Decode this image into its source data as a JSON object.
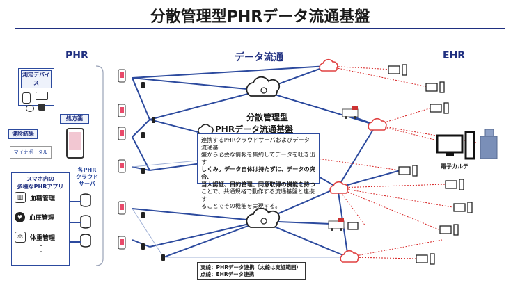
{
  "title": "分散管理型PHRデータ流通基盤",
  "labels": {
    "phr": "PHR",
    "data_flow": "データ流通",
    "ehr": "EHR",
    "device": "測定デバイス",
    "pharmacy": "処方箋",
    "checkup": "健診結果",
    "mynaportal": "マイナポータル",
    "phone_apps_1": "スマホ内の",
    "phone_apps_2": "多種なPHRアプリ",
    "cloud_1": "各PHR",
    "cloud_2": "クラウド",
    "cloud_3": "サーバ",
    "platform_1": "分散管理型",
    "platform_2": "PHRデータ流通基盤",
    "ekarte": "電子カルテ",
    "desc_1": "連携するPHRクラウドサーバおよびデータ流通基",
    "desc_2": "盤から必要な情報を集約してデータを吐き出す",
    "desc_3": "しくみ。データ自体は持たずに、データの突合、",
    "desc_4": "当人認証、目的管理、同意取得の機能を持つ",
    "desc_5": "ことで、共通規格で動作する流通基盤と連携す",
    "desc_6": "ることでその機能を実現する。",
    "legend_1": "実線：PHRデータ連携（太線は実証範囲）",
    "legend_2": "点線：EHRデータ連携"
  },
  "apps": [
    {
      "icon": "blood-sugar-icon",
      "label": "血糖管理"
    },
    {
      "icon": "heart-icon",
      "label": "血圧管理"
    },
    {
      "icon": "scale-icon",
      "label": "体重管理"
    }
  ],
  "colors": {
    "accent": "#1f2f80",
    "link": "#2c4a9e",
    "ehr_link": "#d62020",
    "cloud_red": "#e04040"
  }
}
